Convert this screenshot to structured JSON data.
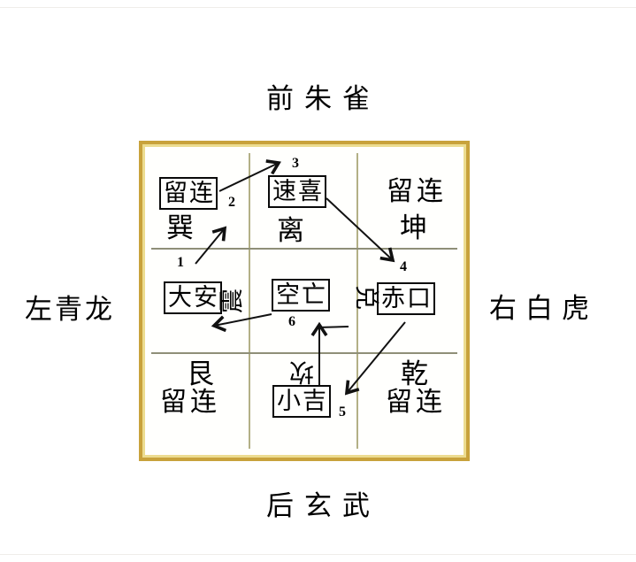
{
  "outer_labels": {
    "top": "前朱雀",
    "left": "左青龙",
    "right": "右白虎",
    "bottom": "后玄武"
  },
  "cells": {
    "top_left": {
      "box": "留连",
      "trigram": "巽"
    },
    "top_center": {
      "box": "速喜",
      "trigram": "离"
    },
    "top_right": {
      "word": "留连",
      "trigram": "坤"
    },
    "mid_left": {
      "box": "大安",
      "trigram": "震"
    },
    "mid_center": {
      "box": "空亡"
    },
    "mid_right": {
      "box": "赤口",
      "trigram": "兑"
    },
    "bottom_left": {
      "trigram": "艮",
      "word": "留连"
    },
    "bottom_center": {
      "box": "小吉",
      "trigram": "坎"
    },
    "bottom_right": {
      "trigram": "乾",
      "word": "留连"
    }
  },
  "sequence": {
    "n1": "1",
    "n2": "2",
    "n3": "3",
    "n4": "4",
    "n5": "5",
    "n6": "6"
  },
  "colors": {
    "background": "#ffffff",
    "ink": "#000000",
    "border_gold": "#c8a23c",
    "border_gold_light": "#ecdc90",
    "grid_line_h": "#8f8f78",
    "grid_line_v": "#b3b086"
  }
}
